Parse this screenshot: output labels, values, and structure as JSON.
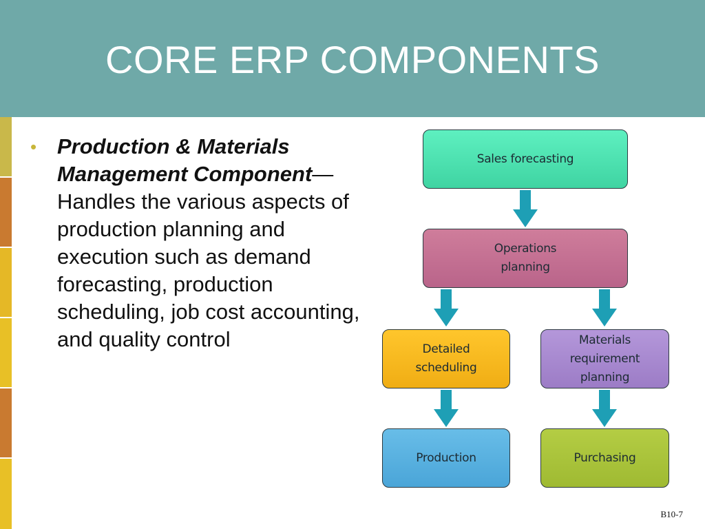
{
  "slide": {
    "title": "CORE ERP COMPONENTS",
    "footer": "B10-7"
  },
  "bullet": {
    "emphasis": "Production & Materials Management Component",
    "text": "—Handles the various aspects of production planning and execution such as demand forecasting, production scheduling, job cost accounting, and quality control"
  },
  "diagram": {
    "nodes": {
      "sales_forecasting": "Sales forecasting",
      "operations_planning": "Operations planning",
      "detailed_scheduling": "Detailed scheduling",
      "materials_requirement_planning": "Materials requirement planning",
      "production": "Production",
      "purchasing": "Purchasing"
    },
    "colors": {
      "sales_forecasting": "#4fe3b0",
      "operations_planning": "#c4708f",
      "detailed_scheduling": "#f5b820",
      "materials_requirement_planning": "#a98ad0",
      "production": "#5ab0df",
      "purchasing": "#a9c43a",
      "arrow": "#1e9fb5",
      "header": "#6fa9a8"
    },
    "edges": [
      [
        "sales_forecasting",
        "operations_planning"
      ],
      [
        "operations_planning",
        "detailed_scheduling"
      ],
      [
        "operations_planning",
        "materials_requirement_planning"
      ],
      [
        "detailed_scheduling",
        "production"
      ],
      [
        "materials_requirement_planning",
        "purchasing"
      ]
    ]
  }
}
